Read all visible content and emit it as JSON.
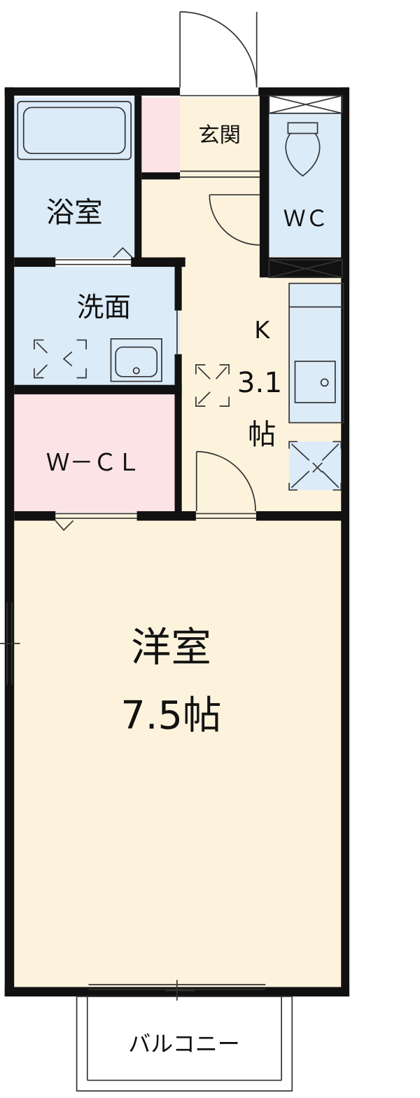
{
  "floor_plan": {
    "colors": {
      "wall": "#111111",
      "living_floor": "#fdf3dd",
      "wet_area": "#dcebf8",
      "storage": "#fbe3e6",
      "outside": "#ffffff",
      "line": "#333333"
    },
    "rooms": {
      "bath": {
        "label": "浴室"
      },
      "entrance": {
        "label": "玄関"
      },
      "wc": {
        "label": "ＷＣ"
      },
      "washroom": {
        "label": "洗面"
      },
      "kitchen": {
        "label": "K",
        "size": "3.1",
        "unit": "帖"
      },
      "walk_in_closet": {
        "label": "Ｗ－ＣＬ"
      },
      "western_room": {
        "label": "洋室",
        "size": "7.5帖"
      },
      "balcony": {
        "label": "バルコニー"
      }
    },
    "icons": [
      "bathtub-icon",
      "toilet-icon",
      "washbasin-icon",
      "kitchen-sink-icon",
      "washer-space-icon",
      "fridge-space-icon",
      "ac-space-icon",
      "door-swing-icon"
    ]
  }
}
